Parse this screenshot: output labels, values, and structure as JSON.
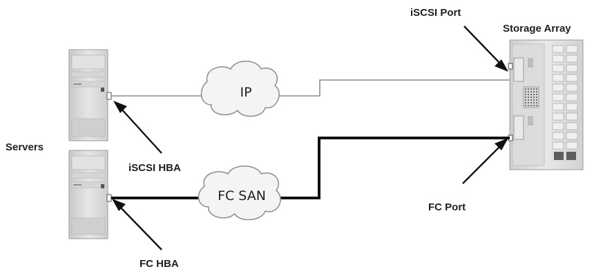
{
  "labels": {
    "iscsi_port": "iSCSI Port",
    "storage_array": "Storage Array",
    "servers": "Servers",
    "iscsi_hba": "iSCSI HBA",
    "fc_port": "FC Port",
    "fc_hba": "FC HBA"
  },
  "clouds": {
    "ip": "IP",
    "fc_san": "FC SAN"
  },
  "colors": {
    "server_body": "#d9d9d9",
    "server_edge": "#9a9a9a",
    "cloud_fill": "#f4f4f4",
    "cloud_edge": "#8c8c8c",
    "thin_link": "#8a8a8a",
    "thick_link": "#111111"
  }
}
